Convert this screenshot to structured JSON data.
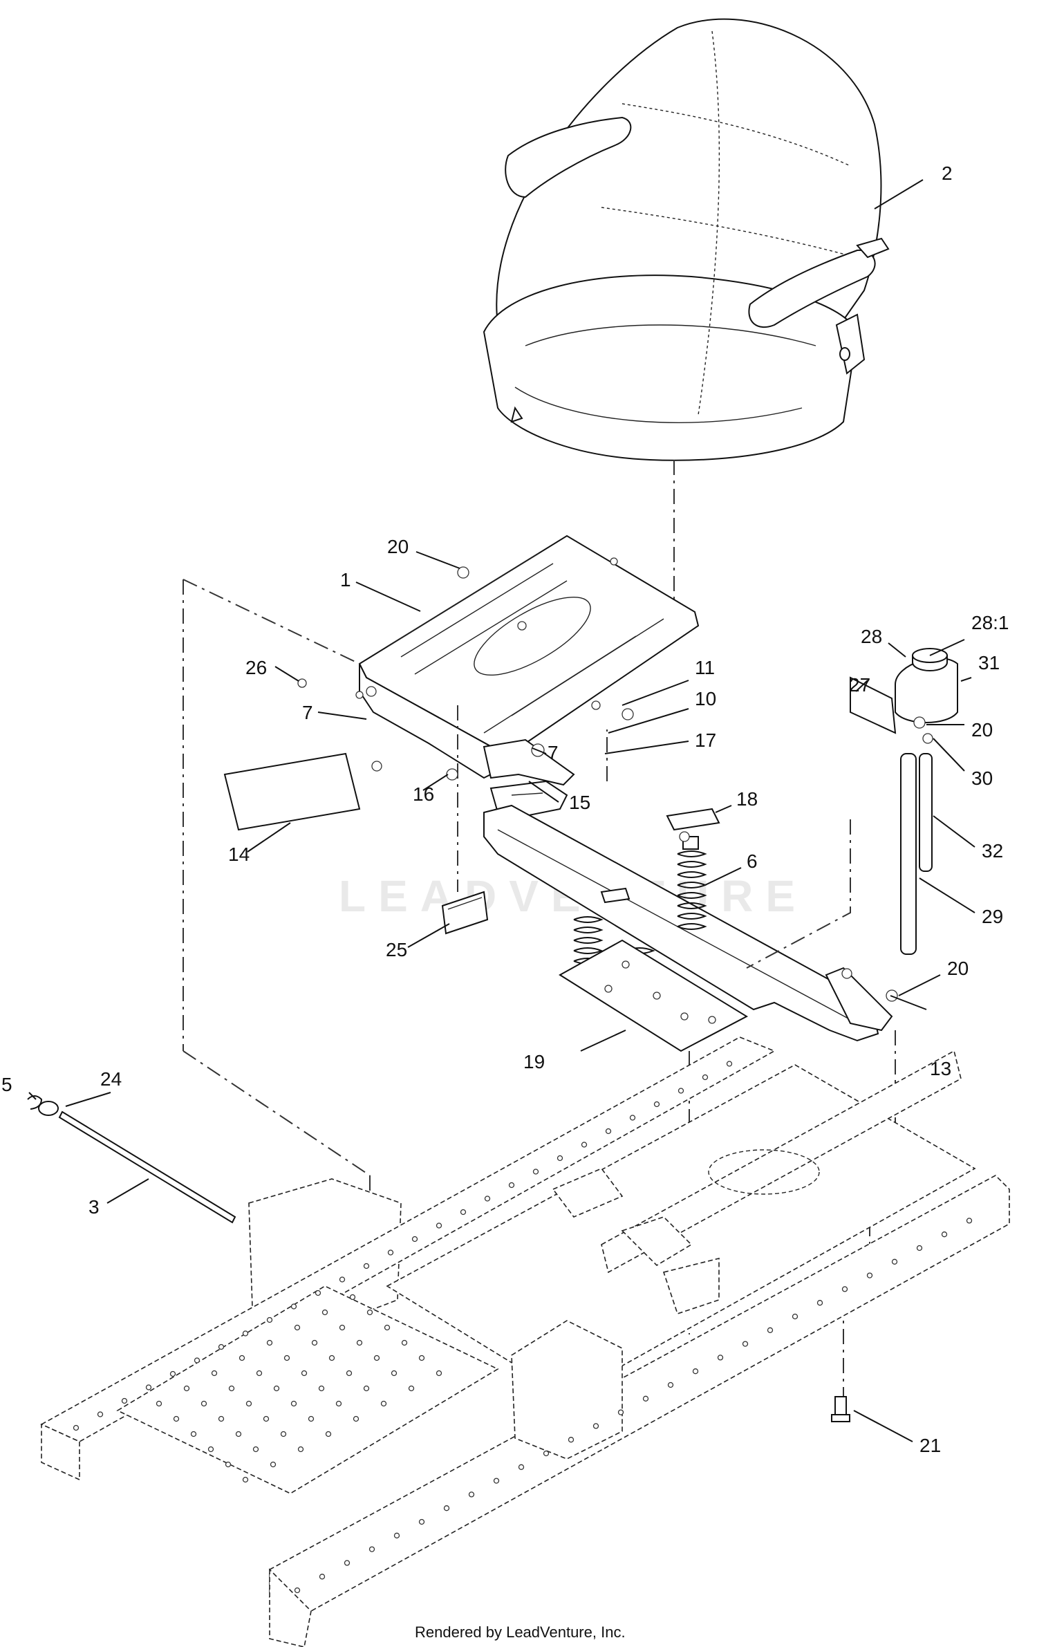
{
  "labels": {
    "p1": "1",
    "p2": "2",
    "p3": "3",
    "p5": "5",
    "p6": "6",
    "p7a": "7",
    "p7b": "7",
    "p10": "10",
    "p11": "11",
    "p13": "13",
    "p14": "14",
    "p15": "15",
    "p16": "16",
    "p17": "17",
    "p18": "18",
    "p19": "19",
    "p20a": "20",
    "p20b": "20",
    "p20c": "20",
    "p21": "21",
    "p24": "24",
    "p25": "25",
    "p26": "26",
    "p27": "27",
    "p28": "28",
    "p28_1": "28:1",
    "p29": "29",
    "p30": "30",
    "p31": "31",
    "p32": "32"
  },
  "watermark": "LEADVENTURE",
  "footer": "Rendered by LeadVenture, Inc."
}
